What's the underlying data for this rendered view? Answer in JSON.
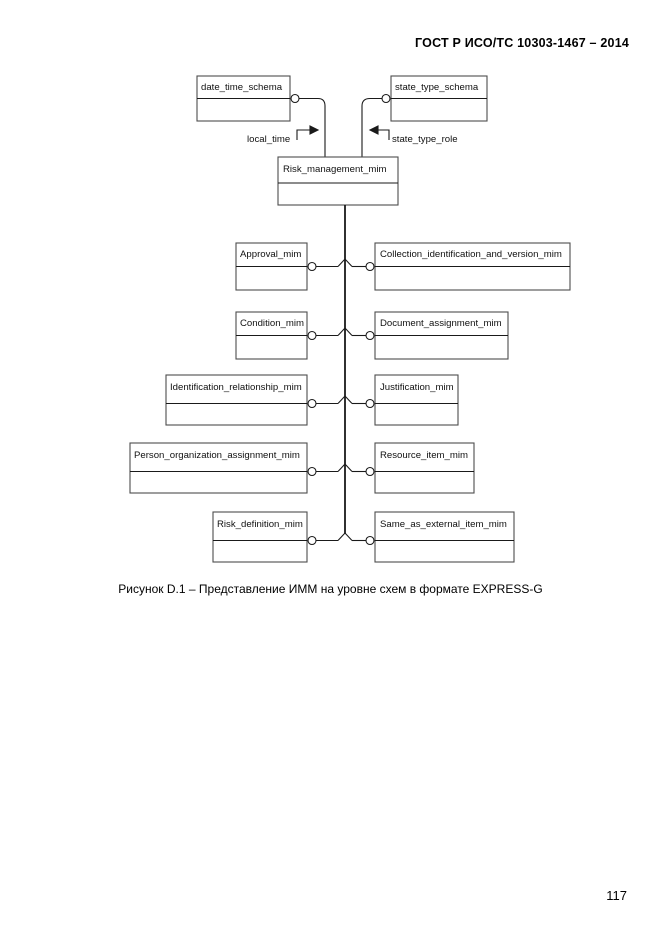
{
  "header": {
    "title": "ГОСТ Р ИСО/ТС 10303-1467 – 2014"
  },
  "page": {
    "number": "117"
  },
  "caption": {
    "text": "Рисунок D.1 –  Представление ИММ на уровне схем в формате EXPRESS-G"
  },
  "diagram": {
    "type": "express-g-schema-level",
    "root": {
      "label": "Risk_management_mim"
    },
    "schema_refs": [
      {
        "label": "date_time_schema",
        "edge_label": "local_time"
      },
      {
        "label": "state_type_schema",
        "edge_label": "state_type_role"
      }
    ],
    "edge_labels": [
      {
        "label": "local_time"
      },
      {
        "label": "state_type_role"
      }
    ],
    "left_boxes": [
      {
        "label": "Approval_mim"
      },
      {
        "label": "Condition_mim"
      },
      {
        "label": "Identification_relationship_mim"
      },
      {
        "label": "Person_organization_assignment_mim"
      },
      {
        "label": "Risk_definition_mim"
      }
    ],
    "right_boxes": [
      {
        "label": "Collection_identification_and_version_mim"
      },
      {
        "label": "Document_assignment_mim"
      },
      {
        "label": "Justification_mim"
      },
      {
        "label": "Resource_item_mim"
      },
      {
        "label": "Same_as_external_item_mim"
      }
    ]
  },
  "colors": {
    "line": "#1a1a1a",
    "box_border": "#4d4d4d",
    "text": "#111111",
    "background": "#ffffff"
  }
}
